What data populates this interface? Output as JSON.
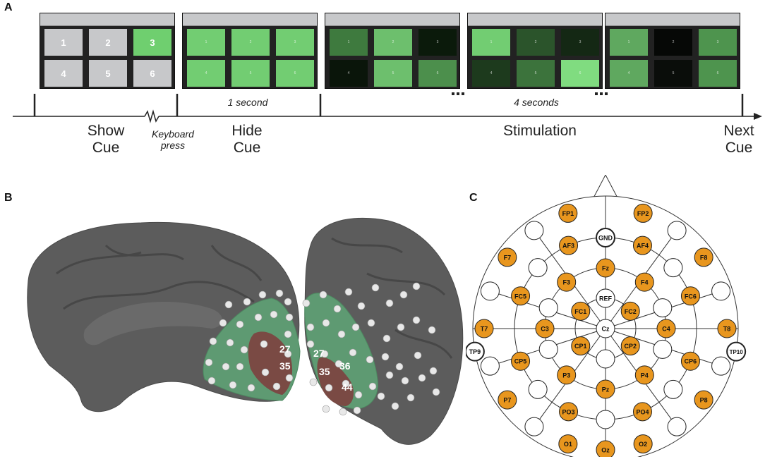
{
  "panels": {
    "a": "A",
    "b": "B",
    "c": "C"
  },
  "timeline": {
    "screens": [
      {
        "name": "show-cue-screen",
        "cells": [
          {
            "label": "1",
            "color": "#c7c8ca"
          },
          {
            "label": "2",
            "color": "#c7c8ca"
          },
          {
            "label": "3",
            "color": "#6fcf6f"
          },
          {
            "label": "4",
            "color": "#c7c8ca"
          },
          {
            "label": "5",
            "color": "#c7c8ca"
          },
          {
            "label": "6",
            "color": "#c7c8ca"
          }
        ]
      },
      {
        "name": "hide-cue-screen",
        "cells": [
          {
            "label": "1",
            "color": "#72cd72"
          },
          {
            "label": "2",
            "color": "#72cd72"
          },
          {
            "label": "3",
            "color": "#72cd72"
          },
          {
            "label": "4",
            "color": "#72cd72"
          },
          {
            "label": "5",
            "color": "#72cd72"
          },
          {
            "label": "6",
            "color": "#72cd72"
          }
        ]
      },
      {
        "name": "stimulation-screen-1",
        "cells": [
          {
            "label": "1",
            "color": "#3e7a3e"
          },
          {
            "label": "2",
            "color": "#6dbf6d"
          },
          {
            "label": "3",
            "color": "#0b1a0b"
          },
          {
            "label": "4",
            "color": "#0a150a"
          },
          {
            "label": "5",
            "color": "#6dbf6d"
          },
          {
            "label": "6",
            "color": "#4c8f4c"
          }
        ]
      },
      {
        "name": "stimulation-screen-2",
        "cells": [
          {
            "label": "1",
            "color": "#72cd72"
          },
          {
            "label": "2",
            "color": "#2b542b"
          },
          {
            "label": "3",
            "color": "#142814"
          },
          {
            "label": "4",
            "color": "#1d3a1d"
          },
          {
            "label": "5",
            "color": "#3c733c"
          },
          {
            "label": "6",
            "color": "#80dc80"
          }
        ]
      },
      {
        "name": "stimulation-screen-3",
        "cells": [
          {
            "label": "1",
            "color": "#5fa85f"
          },
          {
            "label": "2",
            "color": "#060806"
          },
          {
            "label": "3",
            "color": "#4e944e"
          },
          {
            "label": "4",
            "color": "#5fa85f"
          },
          {
            "label": "5",
            "color": "#0a0d0a"
          },
          {
            "label": "6",
            "color": "#4e944e"
          }
        ]
      }
    ],
    "labels": {
      "show_cue": "Show\nCue",
      "keyboard_press": "Keyboard\npress",
      "hide_cue": "Hide\nCue",
      "one_second": "1 second",
      "four_seconds": "4 seconds",
      "stimulation": "Stimulation",
      "next_cue": "Next\nCue"
    }
  },
  "brain": {
    "left_labels": [
      "27",
      "35"
    ],
    "right_labels": [
      "27",
      "35",
      "36",
      "44"
    ],
    "colors": {
      "cortex": "#5c5c5c",
      "green_region": "#5e9a72",
      "red_region": "#7a4a44",
      "electrode": "#e8e8e8"
    }
  },
  "eeg": {
    "colors": {
      "active": "#e8961e",
      "inactive": "#ffffff",
      "stroke": "#222222"
    },
    "electrodes": [
      {
        "label": "",
        "active": false,
        "ring": 1,
        "angle": 0
      },
      {
        "label": "FP1",
        "active": true,
        "ring": 4,
        "angle": -18
      },
      {
        "label": "FP2",
        "active": true,
        "ring": 4,
        "angle": 18
      },
      {
        "label": "",
        "active": false,
        "ring": 4,
        "angle": -36
      },
      {
        "label": "",
        "active": false,
        "ring": 4,
        "angle": 36
      },
      {
        "label": "F7",
        "active": true,
        "ring": 4,
        "angle": -54
      },
      {
        "label": "F8",
        "active": true,
        "ring": 4,
        "angle": 54
      },
      {
        "label": "",
        "active": false,
        "ring": 4,
        "angle": -72
      },
      {
        "label": "",
        "active": false,
        "ring": 4,
        "angle": 72
      },
      {
        "label": "T7",
        "active": true,
        "ring": 4,
        "angle": -90
      },
      {
        "label": "T8",
        "active": true,
        "ring": 4,
        "angle": 90
      },
      {
        "label": "",
        "active": false,
        "ring": 4,
        "angle": -108
      },
      {
        "label": "",
        "active": false,
        "ring": 4,
        "angle": 108
      },
      {
        "label": "P7",
        "active": true,
        "ring": 4,
        "angle": -126
      },
      {
        "label": "P8",
        "active": true,
        "ring": 4,
        "angle": 126
      },
      {
        "label": "",
        "active": false,
        "ring": 4,
        "angle": -144
      },
      {
        "label": "",
        "active": false,
        "ring": 4,
        "angle": 144
      },
      {
        "label": "O1",
        "active": true,
        "ring": 4,
        "angle": -162
      },
      {
        "label": "O2",
        "active": true,
        "ring": 4,
        "angle": 162
      },
      {
        "label": "Oz",
        "active": true,
        "ring": 4,
        "angle": 180
      },
      {
        "label": "GND",
        "active": false,
        "ring": 3,
        "angle": 0,
        "bold": true
      },
      {
        "label": "AF3",
        "active": true,
        "ring": 3,
        "angle": -24
      },
      {
        "label": "AF4",
        "active": true,
        "ring": 3,
        "angle": 24
      },
      {
        "label": "",
        "active": false,
        "ring": 3,
        "angle": -48
      },
      {
        "label": "",
        "active": false,
        "ring": 3,
        "angle": 48
      },
      {
        "label": "FC5",
        "active": true,
        "ring": 3,
        "angle": -69
      },
      {
        "label": "FC6",
        "active": true,
        "ring": 3,
        "angle": 69
      },
      {
        "label": "CP5",
        "active": true,
        "ring": 3,
        "angle": -111
      },
      {
        "label": "CP6",
        "active": true,
        "ring": 3,
        "angle": 111
      },
      {
        "label": "",
        "active": false,
        "ring": 3,
        "angle": -132
      },
      {
        "label": "",
        "active": false,
        "ring": 3,
        "angle": 132
      },
      {
        "label": "PO3",
        "active": true,
        "ring": 3,
        "angle": -156
      },
      {
        "label": "PO4",
        "active": true,
        "ring": 3,
        "angle": 156
      },
      {
        "label": "",
        "active": false,
        "ring": 3,
        "angle": 180
      },
      {
        "label": "F3",
        "active": true,
        "ring": 2,
        "angle": -40
      },
      {
        "label": "F4",
        "active": true,
        "ring": 2,
        "angle": 40
      },
      {
        "label": "Fz",
        "active": true,
        "ring": 2,
        "angle": 0
      },
      {
        "label": "",
        "active": false,
        "ring": 2,
        "angle": -70
      },
      {
        "label": "",
        "active": false,
        "ring": 2,
        "angle": 70
      },
      {
        "label": "C3",
        "active": true,
        "ring": 2,
        "angle": -90
      },
      {
        "label": "C4",
        "active": true,
        "ring": 2,
        "angle": 90
      },
      {
        "label": "",
        "active": false,
        "ring": 2,
        "angle": -110
      },
      {
        "label": "",
        "active": false,
        "ring": 2,
        "angle": 110
      },
      {
        "label": "P3",
        "active": true,
        "ring": 2,
        "angle": -140
      },
      {
        "label": "P4",
        "active": true,
        "ring": 2,
        "angle": 140
      },
      {
        "label": "Pz",
        "active": true,
        "ring": 2,
        "angle": 180
      },
      {
        "label": "FC1",
        "active": true,
        "ring": 1,
        "angle": -55
      },
      {
        "label": "REF",
        "active": false,
        "ring": 1,
        "angle": 0
      },
      {
        "label": "FC2",
        "active": true,
        "ring": 1,
        "angle": 55
      },
      {
        "label": "CP1",
        "active": true,
        "ring": 1,
        "angle": -125
      },
      {
        "label": "CP2",
        "active": true,
        "ring": 1,
        "angle": 125
      },
      {
        "label": "",
        "active": false,
        "ring": 1,
        "angle": 180
      },
      {
        "label": "Cz",
        "active": false,
        "ring": 0,
        "angle": 0
      },
      {
        "label": "TP9",
        "active": false,
        "ring": 5,
        "angle": -100,
        "bold": true
      },
      {
        "label": "TP10",
        "active": false,
        "ring": 5,
        "angle": 100,
        "bold": true
      }
    ]
  }
}
